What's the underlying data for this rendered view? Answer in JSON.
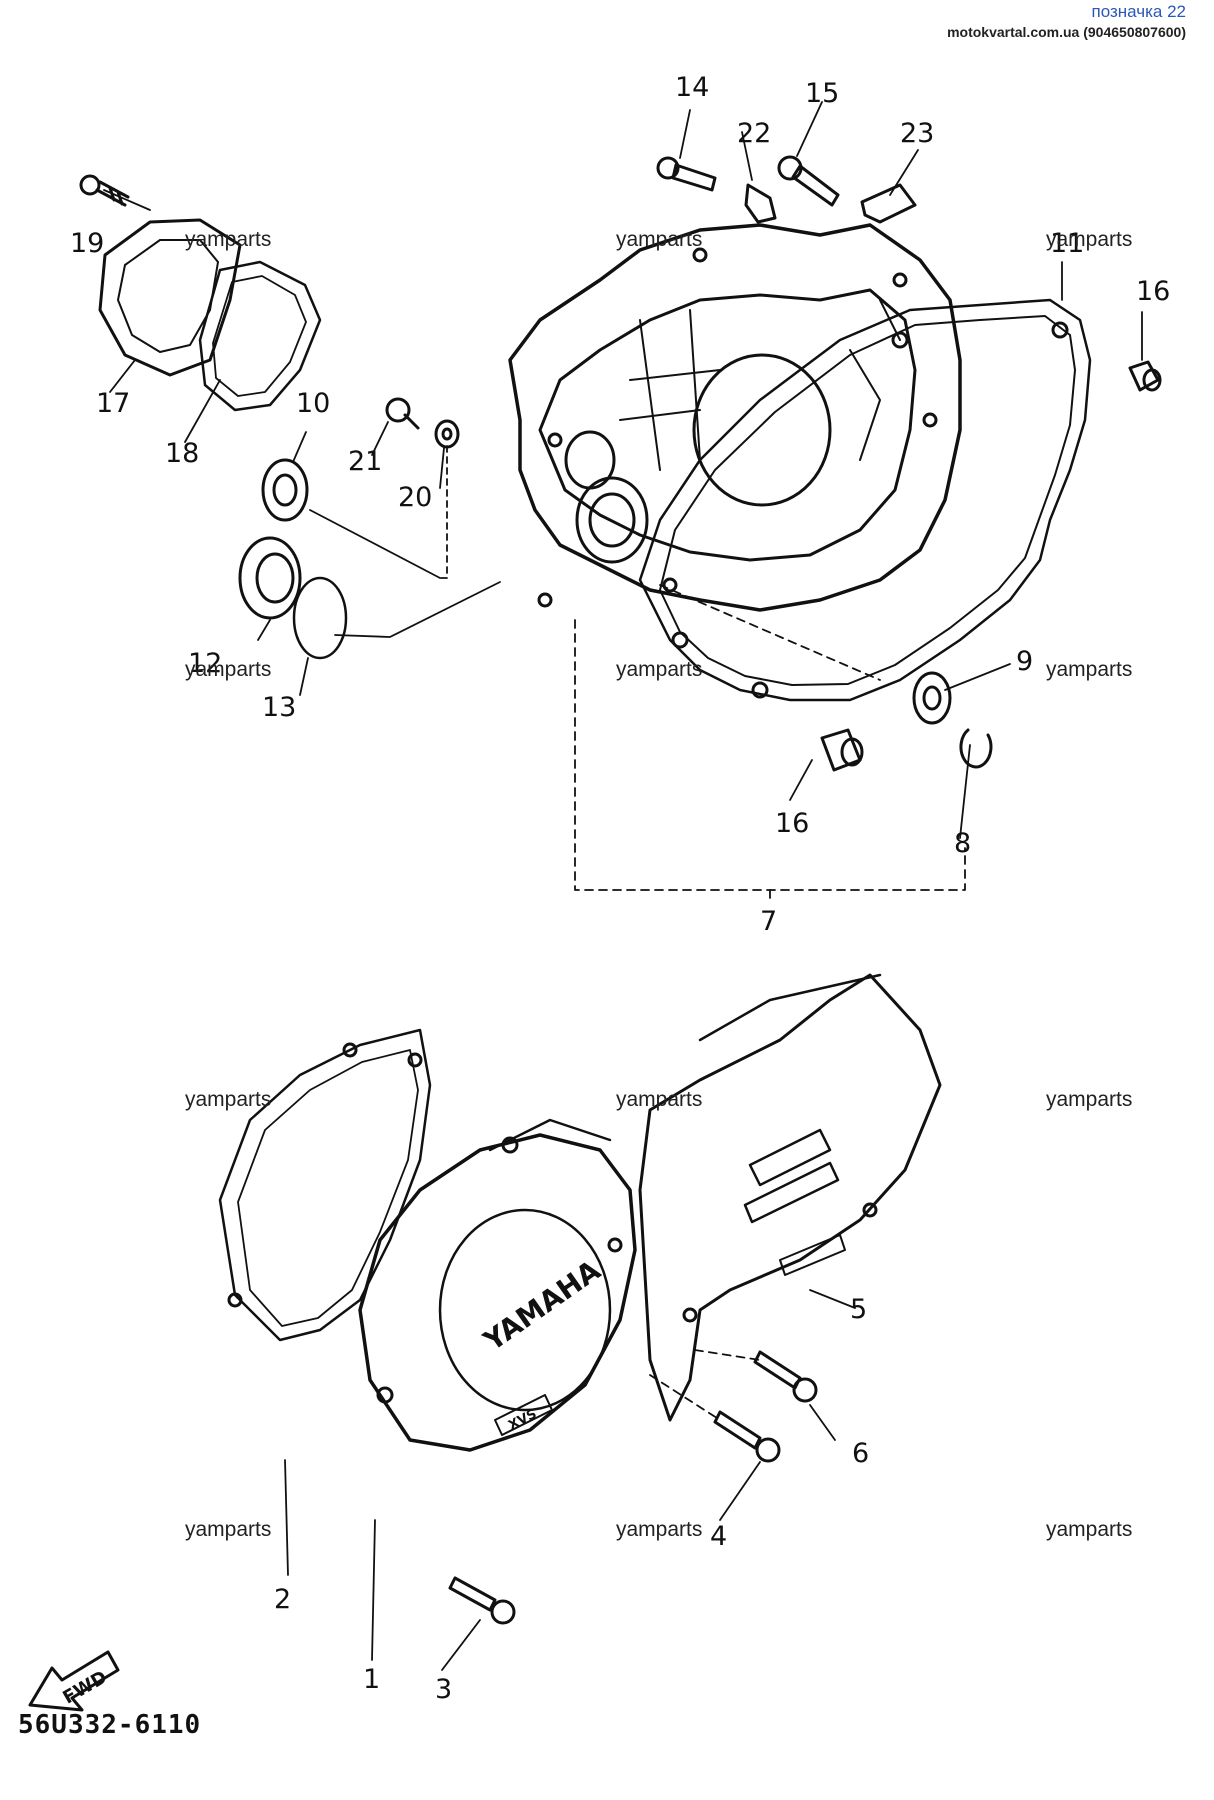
{
  "header": {
    "label": "позначка 22",
    "site": "motokvartal.com.ua (904650807600)"
  },
  "watermark": "yamparts",
  "part_labels": {
    "p1": "1",
    "p2": "2",
    "p3": "3",
    "p4": "4",
    "p5": "5",
    "p6": "6",
    "p7": "7",
    "p8": "8",
    "p9": "9",
    "p10": "10",
    "p11": "11",
    "p12": "12",
    "p13": "13",
    "p14": "14",
    "p15": "15",
    "p16a": "16",
    "p16b": "16",
    "p17": "17",
    "p18": "18",
    "p19": "19",
    "p20": "20",
    "p21": "21",
    "p22": "22",
    "p23": "23"
  },
  "cover_brand": "YAMAHA",
  "cover_badge": "XVS",
  "fwd_label": "FWD",
  "diagram_code": "56U332-6110"
}
